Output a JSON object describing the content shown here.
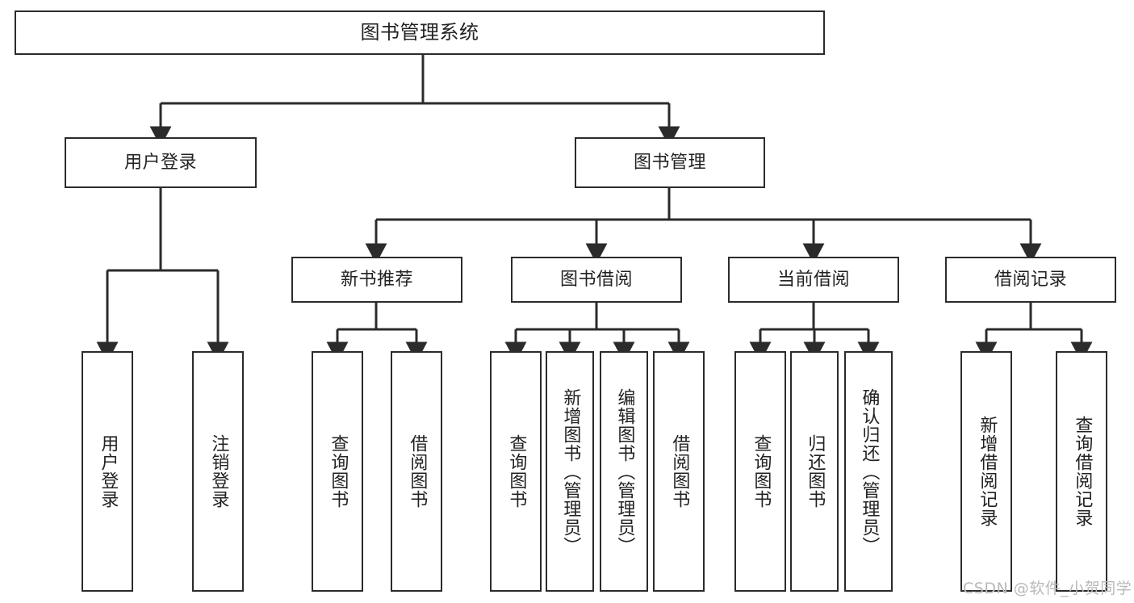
{
  "diagram": {
    "title_text": "图书管理系统",
    "type": "hierarchy-tree",
    "stroke_color": "#2b2b2b",
    "fill_color": "#ffffff",
    "text_color": "#222222",
    "watermark": {
      "text": "CSDN @软件_小贺同学",
      "color": "#b9b9b9"
    },
    "root": {
      "label": "图书管理系统"
    },
    "level2": [
      {
        "label": "用户登录"
      },
      {
        "label": "图书管理"
      }
    ],
    "level3": [
      {
        "label": "新书推荐"
      },
      {
        "label": "图书借阅"
      },
      {
        "label": "当前借阅"
      },
      {
        "label": "借阅记录"
      }
    ],
    "leaves": [
      {
        "label": "用户登录",
        "parent": "用户登录"
      },
      {
        "label": "注销登录",
        "parent": "用户登录"
      },
      {
        "label": "查询图书",
        "parent": "新书推荐"
      },
      {
        "label": "借阅图书",
        "parent": "新书推荐"
      },
      {
        "label": "查询图书",
        "parent": "图书借阅"
      },
      {
        "label": "新增图书（管理员）",
        "parent": "图书借阅"
      },
      {
        "label": "编辑图书（管理员）",
        "parent": "图书借阅"
      },
      {
        "label": "借阅图书",
        "parent": "图书借阅"
      },
      {
        "label": "查询图书",
        "parent": "当前借阅"
      },
      {
        "label": "归还图书",
        "parent": "当前借阅"
      },
      {
        "label": "确认归还（管理员）",
        "parent": "当前借阅"
      },
      {
        "label": "新增借阅记录",
        "parent": "借阅记录"
      },
      {
        "label": "查询借阅记录",
        "parent": "借阅记录"
      }
    ]
  }
}
